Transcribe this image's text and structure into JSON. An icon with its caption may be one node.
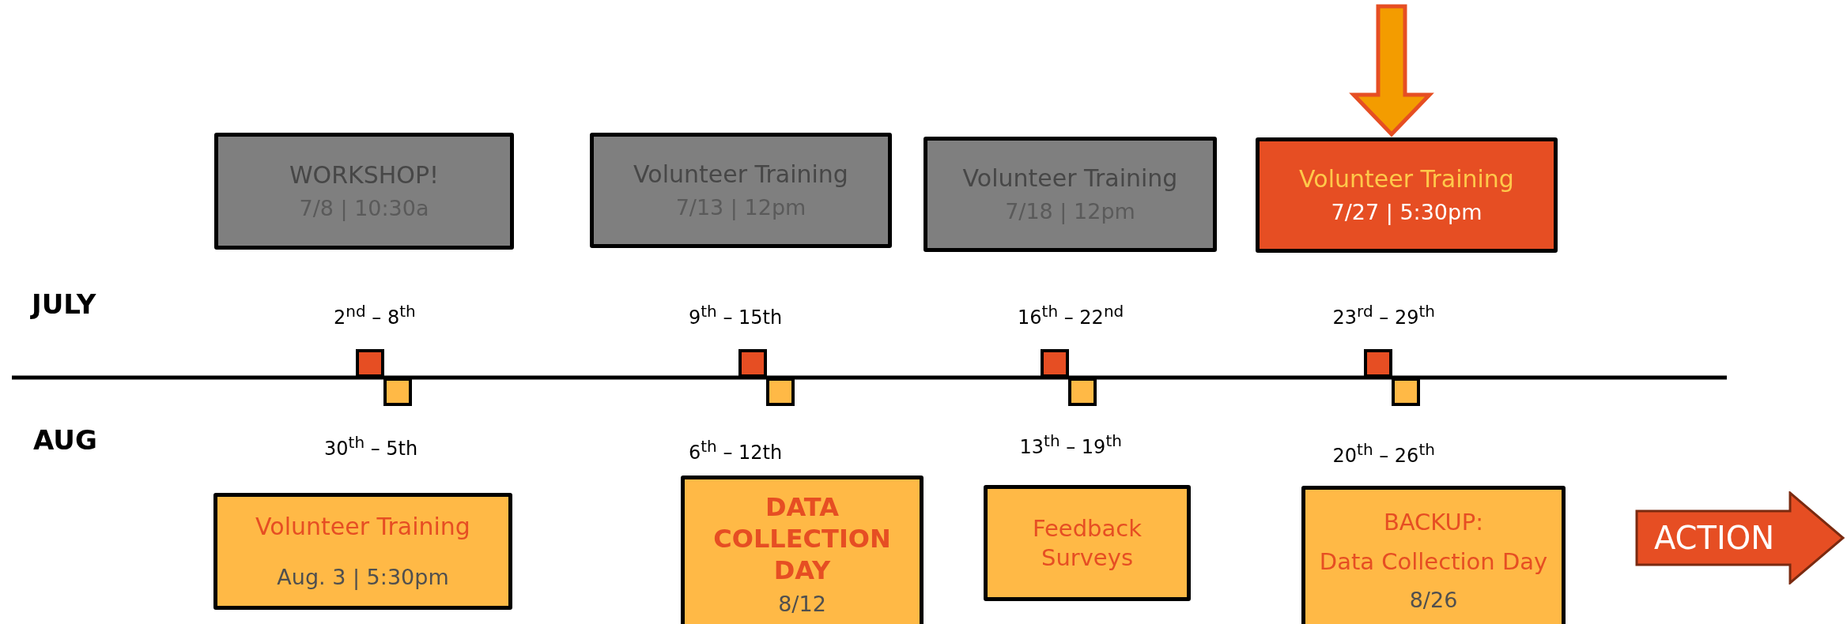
{
  "diagram": {
    "nodes": [
      {
        "text": [
          "WORKSHOP!",
          "7/8 | 10:30a"
        ]
      },
      {
        "text": [
          "Volunteer Training",
          "7/13 | 12pm"
        ]
      },
      {
        "text": [
          "Volunteer Training",
          "7/18 | 12pm"
        ]
      },
      {
        "text": [
          "Volunteer Training",
          "7/27 | 5:30pm"
        ]
      },
      {
        "text": [
          "Volunteer Training",
          "Aug. 3 | 5:30pm"
        ]
      },
      {
        "text": [
          "DATA COLLECTION DAY",
          "8/12"
        ]
      },
      {
        "text": [
          "Feedback Surveys"
        ]
      },
      {
        "text": [
          "BACKUP:",
          "Data Collection Day",
          "8/26"
        ]
      },
      {
        "text": [
          "ACTION"
        ]
      }
    ],
    "edges": [
      {
        "from": null,
        "to": 3,
        "arrow": "to"
      }
    ],
    "labels": [
      "JULY",
      "2$^{nd}$ – 8$^{th}$",
      "9$^{th}$ – 15th",
      "16$^{th}$ – 22$^{nd}$",
      "23$^{rd}$ – 29$^{th}$",
      "AUG",
      "30$^{th}$ – 5th",
      "6$^{th}$ – 12th",
      "13$^{th}$ – 19$^{th}$",
      "20$^{th}$ – 26$^{th}$"
    ]
  }
}
